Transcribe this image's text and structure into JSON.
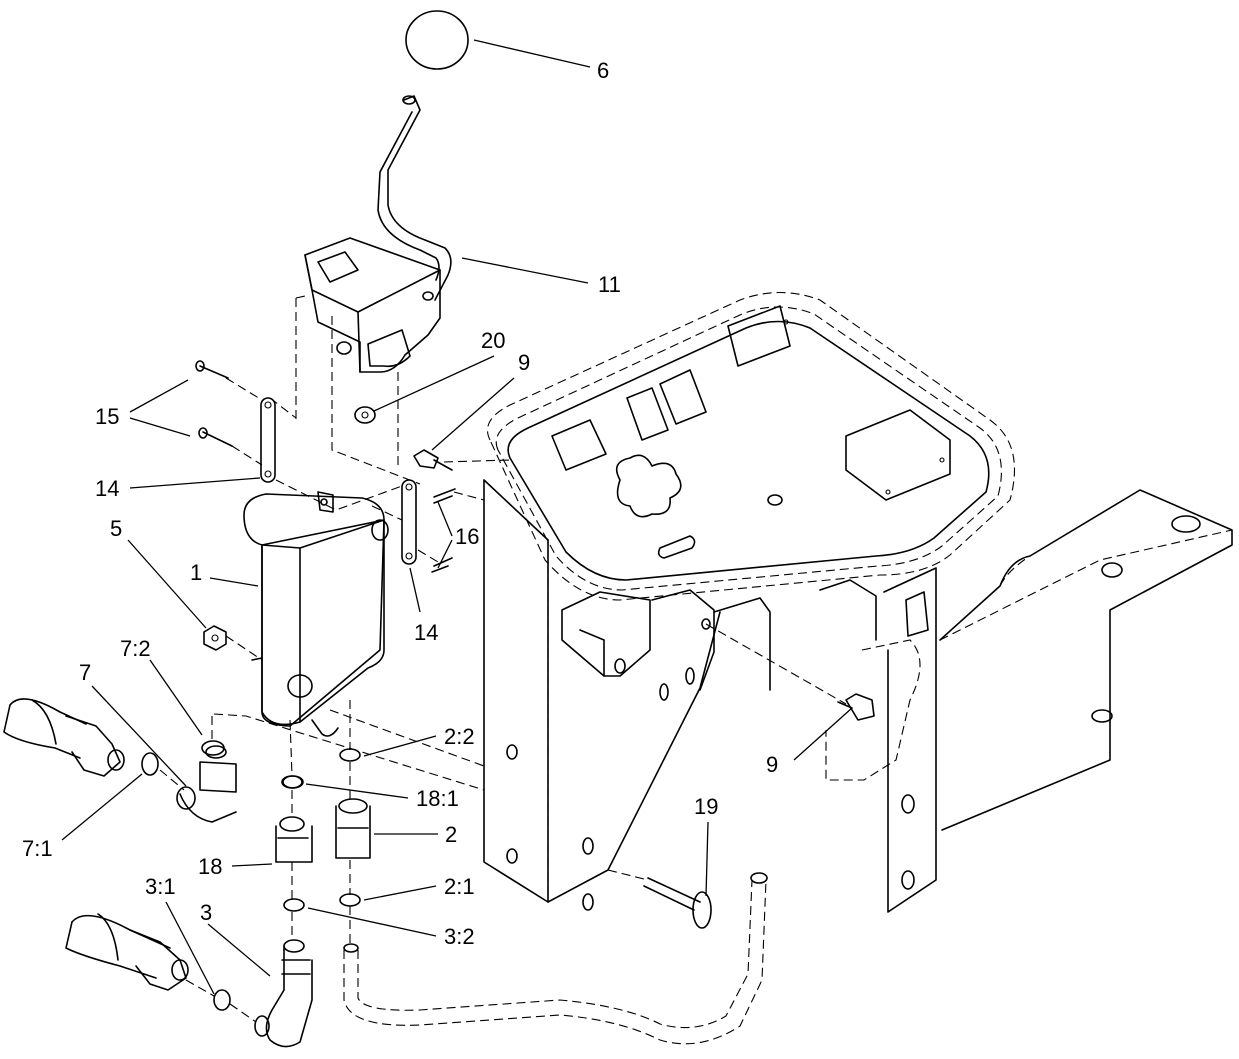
{
  "callouts": [
    {
      "id": "c6",
      "label": "6"
    },
    {
      "id": "c11",
      "label": "11"
    },
    {
      "id": "c20",
      "label": "20"
    },
    {
      "id": "c9a",
      "label": "9"
    },
    {
      "id": "c15",
      "label": "15"
    },
    {
      "id": "c14a",
      "label": "14"
    },
    {
      "id": "c16",
      "label": "16"
    },
    {
      "id": "c14b",
      "label": "14"
    },
    {
      "id": "c5",
      "label": "5"
    },
    {
      "id": "c1",
      "label": "1"
    },
    {
      "id": "c72",
      "label": "7:2"
    },
    {
      "id": "c7",
      "label": "7"
    },
    {
      "id": "c22",
      "label": "2:2"
    },
    {
      "id": "c181",
      "label": "18:1"
    },
    {
      "id": "c2",
      "label": "2"
    },
    {
      "id": "c71",
      "label": "7:1"
    },
    {
      "id": "c18",
      "label": "18"
    },
    {
      "id": "c21",
      "label": "2:1"
    },
    {
      "id": "c32",
      "label": "3:2"
    },
    {
      "id": "c31",
      "label": "3:1"
    },
    {
      "id": "c3",
      "label": "3"
    },
    {
      "id": "c9b",
      "label": "9"
    },
    {
      "id": "c19",
      "label": "19"
    }
  ]
}
